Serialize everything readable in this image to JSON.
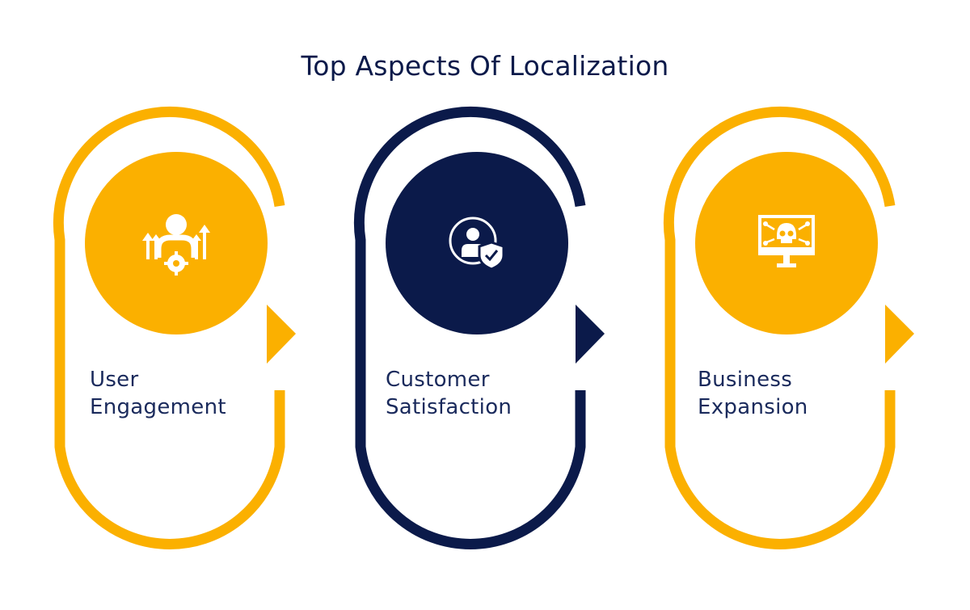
{
  "title": "Top Aspects Of Localization",
  "colors": {
    "accent": "#fbb000",
    "navy": "#0b1a4a"
  },
  "cards": [
    {
      "line1": "User",
      "line2": "Engagement",
      "icon": "user-growth-gear-icon",
      "color": "#fbb000"
    },
    {
      "line1": "Customer",
      "line2": "Satisfaction",
      "icon": "user-shield-check-icon",
      "color": "#0b1a4a"
    },
    {
      "line1": "Business",
      "line2": "Expansion",
      "icon": "monitor-skull-icon",
      "color": "#fbb000"
    }
  ]
}
